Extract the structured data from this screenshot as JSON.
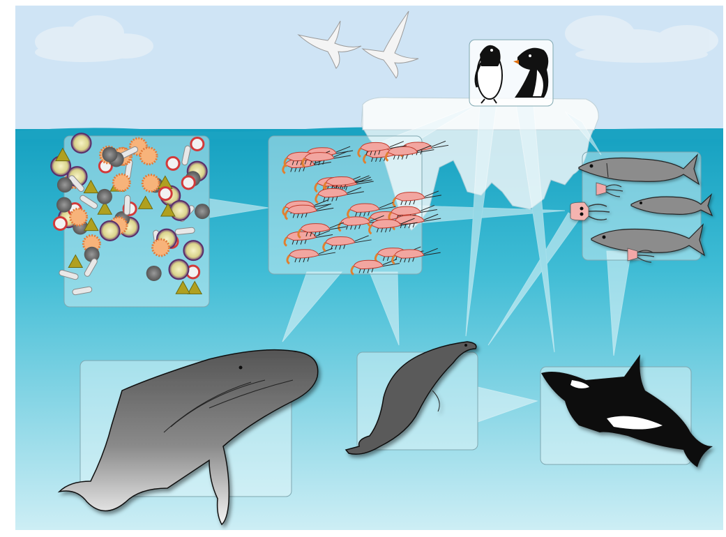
{
  "diagram": {
    "kind": "antarctic-food-web",
    "text_labels": []
  },
  "colors": {
    "sky": "#cfe4f5",
    "sea_surface": "#1aa3c2",
    "sea_deep": "#c4eaf3",
    "ice": "#f2f6f8",
    "panel_fill": "#e9f8fb",
    "panel_stroke": "#7fa7b0",
    "arrow_fill": "#eaf8fb"
  },
  "organisms": [
    {
      "id": "phytoplankton",
      "icon": "phytoplankton-cluster-icon"
    },
    {
      "id": "krill",
      "icon": "krill-swarm-icon"
    },
    {
      "id": "fish-and-squid",
      "icon": "fish-and-squid-icon"
    },
    {
      "id": "penguins",
      "icon": "penguin-pair-icon"
    },
    {
      "id": "seabirds",
      "icon": "seabird-pair-icon"
    },
    {
      "id": "humpback-whale",
      "icon": "humpback-whale-icon"
    },
    {
      "id": "seal",
      "icon": "seal-icon"
    },
    {
      "id": "orca",
      "icon": "orca-icon"
    }
  ],
  "feeding_links": [
    {
      "from": "phytoplankton",
      "to": "krill"
    },
    {
      "from": "krill",
      "to": "humpback-whale"
    },
    {
      "from": "krill",
      "to": "seal"
    },
    {
      "from": "krill",
      "to": "penguins"
    },
    {
      "from": "krill",
      "to": "fish-and-squid"
    },
    {
      "from": "fish-and-squid",
      "to": "penguins"
    },
    {
      "from": "fish-and-squid",
      "to": "seal"
    },
    {
      "from": "fish-and-squid",
      "to": "orca"
    },
    {
      "from": "penguins",
      "to": "seal"
    },
    {
      "from": "penguins",
      "to": "orca"
    },
    {
      "from": "seal",
      "to": "orca"
    }
  ]
}
